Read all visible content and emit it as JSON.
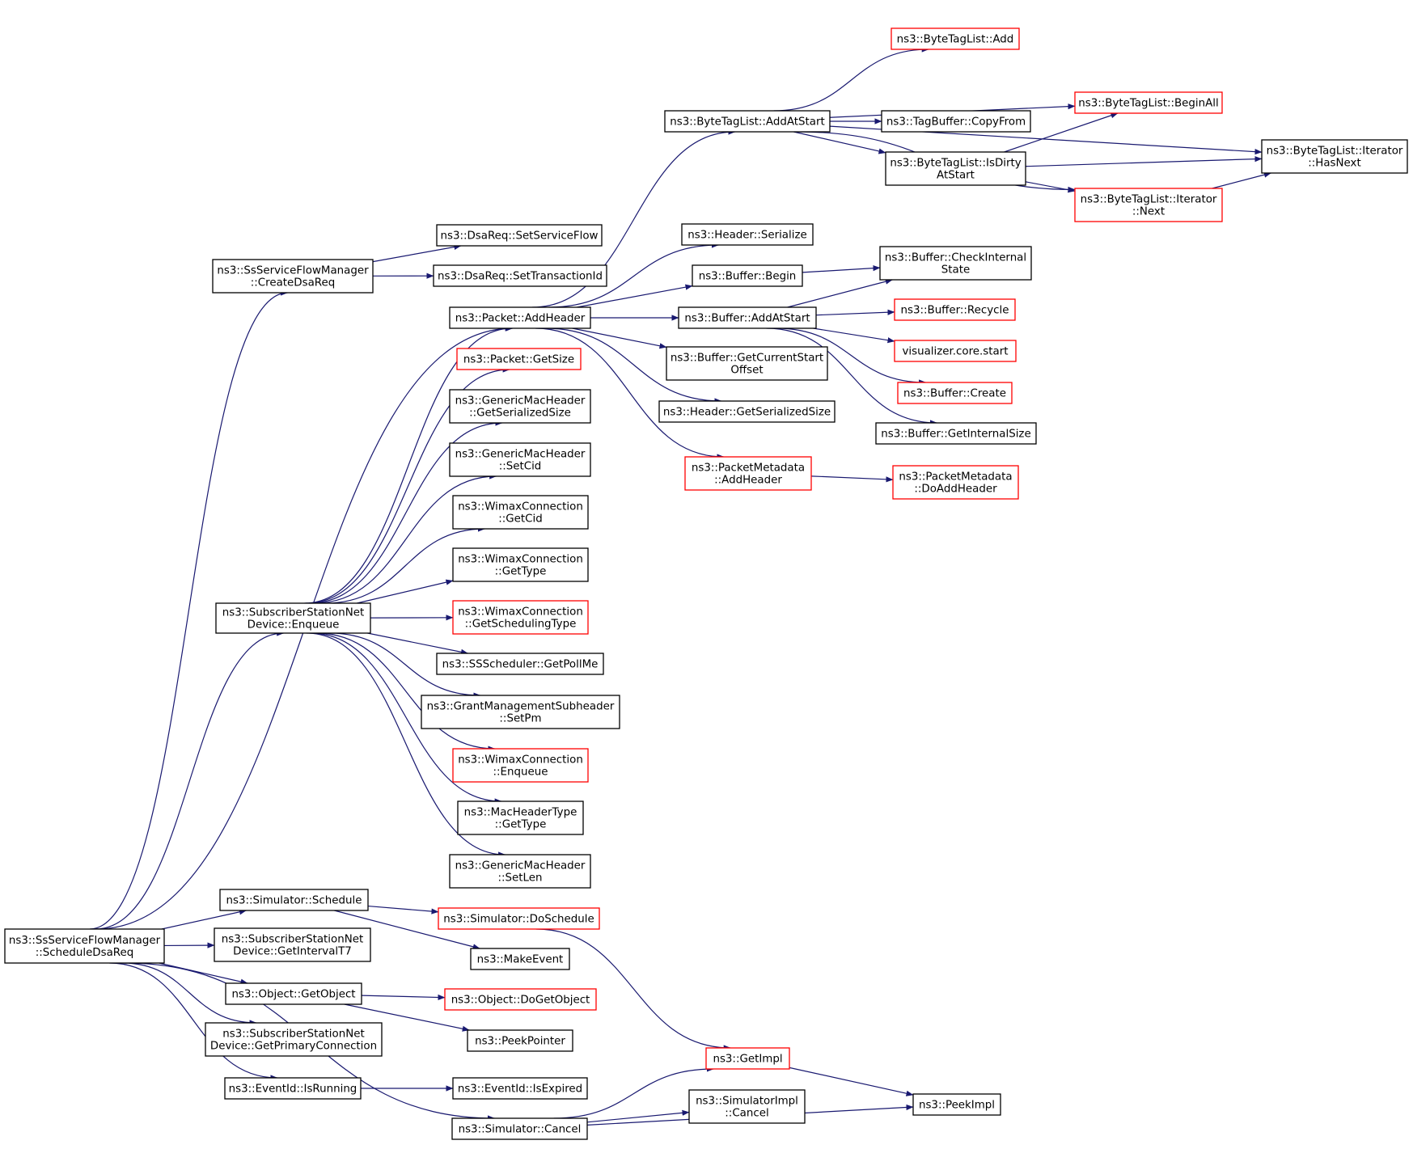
{
  "colors": {
    "edge": "#191970",
    "node_border": "#000000",
    "node_border_truncated": "#ff0000",
    "root_fill": "#bfbfbf",
    "node_fill": "#ffffff"
  },
  "nodes": [
    {
      "id": "root",
      "lines": [
        "ns3::SsServiceFlowManager",
        "::ScheduleDsaReq"
      ],
      "kind": "root"
    },
    {
      "id": "createDsaReq",
      "lines": [
        "ns3::SsServiceFlowManager",
        "::CreateDsaReq"
      ],
      "kind": "normal"
    },
    {
      "id": "setServiceFlow",
      "lines": [
        "ns3::DsaReq::SetServiceFlow"
      ],
      "kind": "normal"
    },
    {
      "id": "setTransactionId",
      "lines": [
        "ns3::DsaReq::SetTransactionId"
      ],
      "kind": "normal"
    },
    {
      "id": "addHeader",
      "lines": [
        "ns3::Packet::AddHeader"
      ],
      "kind": "normal"
    },
    {
      "id": "getSize",
      "lines": [
        "ns3::Packet::GetSize"
      ],
      "kind": "truncated"
    },
    {
      "id": "gmhGetSerializedSize",
      "lines": [
        "ns3::GenericMacHeader",
        "::GetSerializedSize"
      ],
      "kind": "normal"
    },
    {
      "id": "gmhSetCid",
      "lines": [
        "ns3::GenericMacHeader",
        "::SetCid"
      ],
      "kind": "normal"
    },
    {
      "id": "wcGetCid",
      "lines": [
        "ns3::WimaxConnection",
        "::GetCid"
      ],
      "kind": "normal"
    },
    {
      "id": "wcGetType",
      "lines": [
        "ns3::WimaxConnection",
        "::GetType"
      ],
      "kind": "normal"
    },
    {
      "id": "wcGetSchedulingType",
      "lines": [
        "ns3::WimaxConnection",
        "::GetSchedulingType"
      ],
      "kind": "truncated"
    },
    {
      "id": "ssGetPollMe",
      "lines": [
        "ns3::SSScheduler::GetPollMe"
      ],
      "kind": "normal"
    },
    {
      "id": "gmsSetPm",
      "lines": [
        "ns3::GrantManagementSubheader",
        "::SetPm"
      ],
      "kind": "normal"
    },
    {
      "id": "wcEnqueue",
      "lines": [
        "ns3::WimaxConnection",
        "::Enqueue"
      ],
      "kind": "truncated"
    },
    {
      "id": "mhtGetType",
      "lines": [
        "ns3::MacHeaderType",
        "::GetType"
      ],
      "kind": "normal"
    },
    {
      "id": "gmhSetLen",
      "lines": [
        "ns3::GenericMacHeader",
        "::SetLen"
      ],
      "kind": "normal"
    },
    {
      "id": "ssndEnqueue",
      "lines": [
        "ns3::SubscriberStationNet",
        "Device::Enqueue"
      ],
      "kind": "normal"
    },
    {
      "id": "simSchedule",
      "lines": [
        "ns3::Simulator::Schedule"
      ],
      "kind": "normal"
    },
    {
      "id": "simDoSchedule",
      "lines": [
        "ns3::Simulator::DoSchedule"
      ],
      "kind": "truncated"
    },
    {
      "id": "makeEvent",
      "lines": [
        "ns3::MakeEvent"
      ],
      "kind": "normal"
    },
    {
      "id": "getIntervalT7",
      "lines": [
        "ns3::SubscriberStationNet",
        "Device::GetIntervalT7"
      ],
      "kind": "normal"
    },
    {
      "id": "getObject",
      "lines": [
        "ns3::Object::GetObject"
      ],
      "kind": "normal"
    },
    {
      "id": "doGetObject",
      "lines": [
        "ns3::Object::DoGetObject"
      ],
      "kind": "truncated"
    },
    {
      "id": "peekPointer",
      "lines": [
        "ns3::PeekPointer"
      ],
      "kind": "normal"
    },
    {
      "id": "getPrimaryConnection",
      "lines": [
        "ns3::SubscriberStationNet",
        "Device::GetPrimaryConnection"
      ],
      "kind": "normal"
    },
    {
      "id": "isRunning",
      "lines": [
        "ns3::EventId::IsRunning"
      ],
      "kind": "normal"
    },
    {
      "id": "isExpired",
      "lines": [
        "ns3::EventId::IsExpired"
      ],
      "kind": "normal"
    },
    {
      "id": "simCancel",
      "lines": [
        "ns3::Simulator::Cancel"
      ],
      "kind": "normal"
    },
    {
      "id": "getImpl",
      "lines": [
        "ns3::GetImpl"
      ],
      "kind": "truncated"
    },
    {
      "id": "simImplCancel",
      "lines": [
        "ns3::SimulatorImpl",
        "::Cancel"
      ],
      "kind": "normal"
    },
    {
      "id": "peekImpl",
      "lines": [
        "ns3::PeekImpl"
      ],
      "kind": "normal"
    },
    {
      "id": "btlAddAtStart",
      "lines": [
        "ns3::ByteTagList::AddAtStart"
      ],
      "kind": "normal"
    },
    {
      "id": "btlAdd",
      "lines": [
        "ns3::ByteTagList::Add"
      ],
      "kind": "truncated"
    },
    {
      "id": "btlBeginAll",
      "lines": [
        "ns3::ByteTagList::BeginAll"
      ],
      "kind": "truncated"
    },
    {
      "id": "tbCopyFrom",
      "lines": [
        "ns3::TagBuffer::CopyFrom"
      ],
      "kind": "normal"
    },
    {
      "id": "btlIsDirty",
      "lines": [
        "ns3::ByteTagList::IsDirty",
        "AtStart"
      ],
      "kind": "normal"
    },
    {
      "id": "btlIterNext",
      "lines": [
        "ns3::ByteTagList::Iterator",
        "::Next"
      ],
      "kind": "truncated"
    },
    {
      "id": "btlIterHasNext",
      "lines": [
        "ns3::ByteTagList::Iterator",
        "::HasNext"
      ],
      "kind": "normal"
    },
    {
      "id": "headerSerialize",
      "lines": [
        "ns3::Header::Serialize"
      ],
      "kind": "normal"
    },
    {
      "id": "bufBegin",
      "lines": [
        "ns3::Buffer::Begin"
      ],
      "kind": "normal"
    },
    {
      "id": "bufCheckInternal",
      "lines": [
        "ns3::Buffer::CheckInternal",
        "State"
      ],
      "kind": "normal"
    },
    {
      "id": "bufAddAtStart",
      "lines": [
        "ns3::Buffer::AddAtStart"
      ],
      "kind": "normal"
    },
    {
      "id": "bufRecycle",
      "lines": [
        "ns3::Buffer::Recycle"
      ],
      "kind": "truncated"
    },
    {
      "id": "vizStart",
      "lines": [
        "visualizer.core.start"
      ],
      "kind": "truncated"
    },
    {
      "id": "bufCreate",
      "lines": [
        "ns3::Buffer::Create"
      ],
      "kind": "truncated"
    },
    {
      "id": "bufGetInternalSize",
      "lines": [
        "ns3::Buffer::GetInternalSize"
      ],
      "kind": "normal"
    },
    {
      "id": "bufGetCurrentStartOffset",
      "lines": [
        "ns3::Buffer::GetCurrentStart",
        "Offset"
      ],
      "kind": "normal"
    },
    {
      "id": "headerGetSerializedSize",
      "lines": [
        "ns3::Header::GetSerializedSize"
      ],
      "kind": "normal"
    },
    {
      "id": "pmAddHeader",
      "lines": [
        "ns3::PacketMetadata",
        "::AddHeader"
      ],
      "kind": "truncated"
    },
    {
      "id": "pmDoAddHeader",
      "lines": [
        "ns3::PacketMetadata",
        "::DoAddHeader"
      ],
      "kind": "truncated"
    }
  ],
  "edges": [
    [
      "root",
      "createDsaReq"
    ],
    [
      "root",
      "addHeader"
    ],
    [
      "root",
      "ssndEnqueue"
    ],
    [
      "root",
      "simSchedule"
    ],
    [
      "root",
      "getIntervalT7"
    ],
    [
      "root",
      "getObject"
    ],
    [
      "root",
      "getPrimaryConnection"
    ],
    [
      "root",
      "isRunning"
    ],
    [
      "root",
      "simCancel"
    ],
    [
      "createDsaReq",
      "setServiceFlow"
    ],
    [
      "createDsaReq",
      "setTransactionId"
    ],
    [
      "ssndEnqueue",
      "addHeader"
    ],
    [
      "ssndEnqueue",
      "getSize"
    ],
    [
      "ssndEnqueue",
      "gmhGetSerializedSize"
    ],
    [
      "ssndEnqueue",
      "gmhSetCid"
    ],
    [
      "ssndEnqueue",
      "wcGetCid"
    ],
    [
      "ssndEnqueue",
      "wcGetType"
    ],
    [
      "ssndEnqueue",
      "wcGetSchedulingType"
    ],
    [
      "ssndEnqueue",
      "ssGetPollMe"
    ],
    [
      "ssndEnqueue",
      "gmsSetPm"
    ],
    [
      "ssndEnqueue",
      "wcEnqueue"
    ],
    [
      "ssndEnqueue",
      "mhtGetType"
    ],
    [
      "ssndEnqueue",
      "gmhSetLen"
    ],
    [
      "addHeader",
      "btlAddAtStart"
    ],
    [
      "addHeader",
      "headerSerialize"
    ],
    [
      "addHeader",
      "bufBegin"
    ],
    [
      "addHeader",
      "bufAddAtStart"
    ],
    [
      "addHeader",
      "bufGetCurrentStartOffset"
    ],
    [
      "addHeader",
      "headerGetSerializedSize"
    ],
    [
      "addHeader",
      "pmAddHeader"
    ],
    [
      "btlAddAtStart",
      "btlAdd"
    ],
    [
      "btlAddAtStart",
      "btlBeginAll"
    ],
    [
      "btlAddAtStart",
      "tbCopyFrom"
    ],
    [
      "btlAddAtStart",
      "btlIsDirty"
    ],
    [
      "btlAddAtStart",
      "btlIterNext"
    ],
    [
      "btlAddAtStart",
      "btlIterHasNext"
    ],
    [
      "btlIsDirty",
      "btlBeginAll"
    ],
    [
      "btlIsDirty",
      "btlIterHasNext"
    ],
    [
      "btlIsDirty",
      "btlIterNext"
    ],
    [
      "btlIterNext",
      "btlIterHasNext"
    ],
    [
      "bufBegin",
      "bufCheckInternal"
    ],
    [
      "bufAddAtStart",
      "bufCheckInternal"
    ],
    [
      "bufAddAtStart",
      "bufRecycle"
    ],
    [
      "bufAddAtStart",
      "vizStart"
    ],
    [
      "bufAddAtStart",
      "bufCreate"
    ],
    [
      "bufAddAtStart",
      "bufGetInternalSize"
    ],
    [
      "pmAddHeader",
      "pmDoAddHeader"
    ],
    [
      "simSchedule",
      "simDoSchedule"
    ],
    [
      "simSchedule",
      "makeEvent"
    ],
    [
      "simDoSchedule",
      "getImpl"
    ],
    [
      "getObject",
      "doGetObject"
    ],
    [
      "getObject",
      "peekPointer"
    ],
    [
      "isRunning",
      "isExpired"
    ],
    [
      "simCancel",
      "getImpl"
    ],
    [
      "simCancel",
      "simImplCancel"
    ],
    [
      "simCancel",
      "peekImpl"
    ],
    [
      "getImpl",
      "peekImpl"
    ]
  ]
}
